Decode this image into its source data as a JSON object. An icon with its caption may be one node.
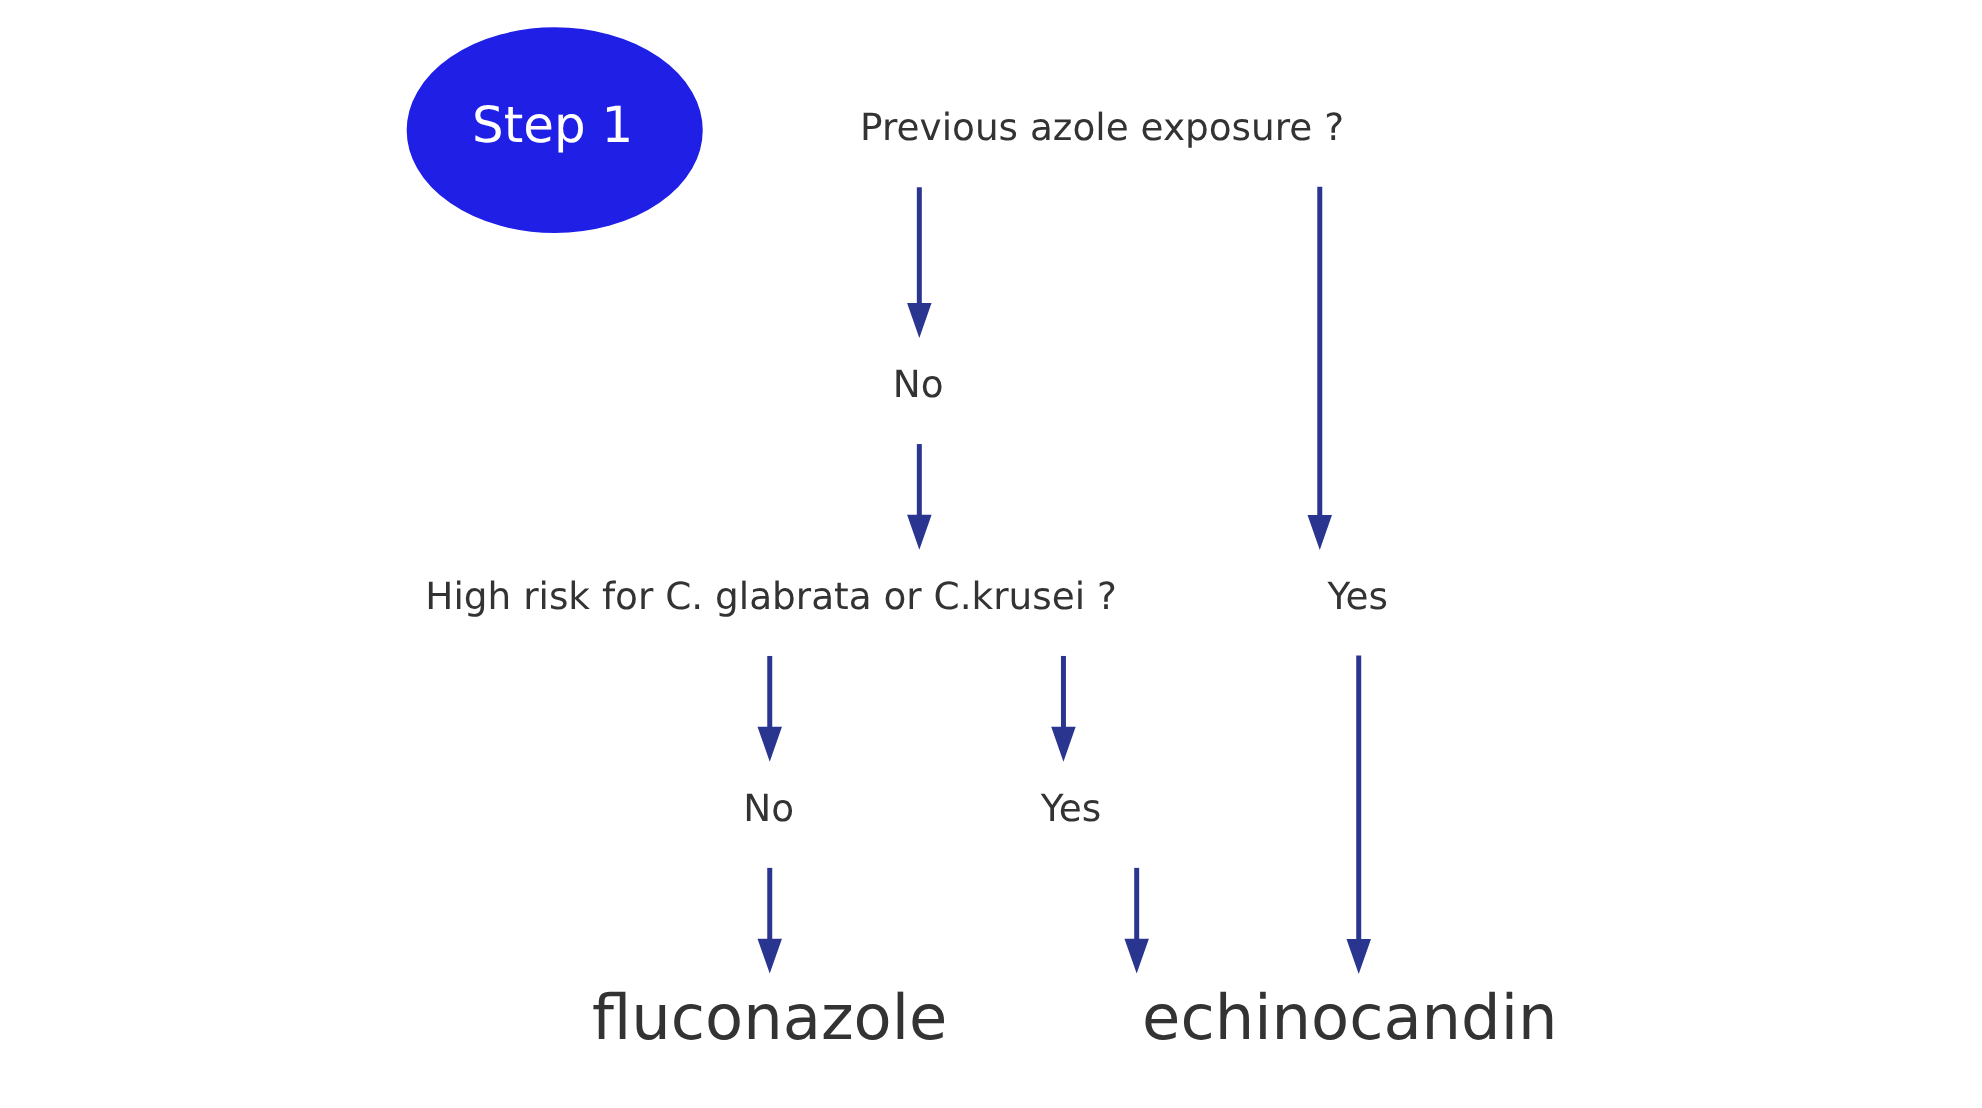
{
  "diagram": {
    "nodes": [
      {
        "text": [
          "Step 1"
        ]
      },
      {
        "text": [
          "Previous azole exposure ?"
        ]
      },
      {
        "text": [
          "No"
        ]
      },
      {
        "text": [
          "Yes"
        ]
      },
      {
        "text": [
          "High risk for C. glabrata or C.krusei ?"
        ]
      },
      {
        "text": [
          "No"
        ]
      },
      {
        "text": [
          "Yes"
        ]
      },
      {
        "text": [
          "fluconazole"
        ]
      },
      {
        "text": [
          "echinocandin"
        ]
      }
    ],
    "edges": [
      {
        "from": 1,
        "to": 2,
        "arrow": "to"
      },
      {
        "from": 1,
        "to": 3,
        "arrow": "to"
      },
      {
        "from": 2,
        "to": 4,
        "arrow": "to"
      },
      {
        "from": 4,
        "to": 5,
        "arrow": "to"
      },
      {
        "from": 4,
        "to": 6,
        "arrow": "to"
      },
      {
        "from": 5,
        "to": 7,
        "arrow": "to"
      },
      {
        "from": 3,
        "to": 8,
        "arrow": "to"
      },
      {
        "from": 6,
        "to": 8,
        "arrow": "to"
      }
    ]
  }
}
